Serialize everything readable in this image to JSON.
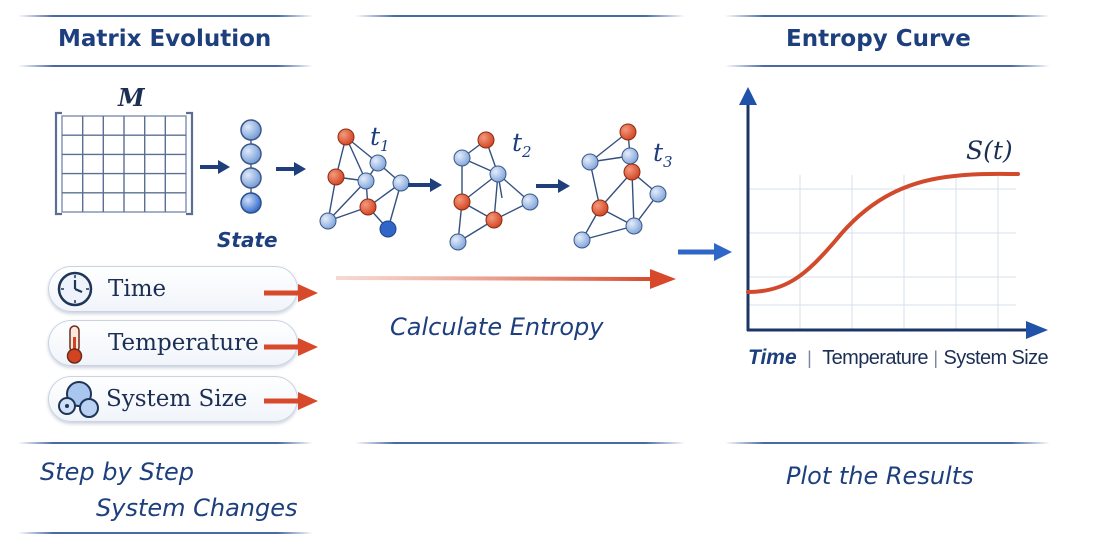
{
  "sections": {
    "left_title": "Matrix Evolution",
    "right_title": "Entropy Curve"
  },
  "matrix": {
    "label": "M"
  },
  "state_label": "State",
  "time_steps": [
    "t",
    "t",
    "t"
  ],
  "time_subscripts": [
    "1",
    "2",
    "3"
  ],
  "parameters": [
    {
      "label": "Time",
      "icon": "clock-icon"
    },
    {
      "label": "Temperature",
      "icon": "thermometer-icon"
    },
    {
      "label": "System Size",
      "icon": "bubbles-icon"
    }
  ],
  "center_caption": "Calculate Entropy",
  "chart": {
    "series_label": "S(t)",
    "x_axis_labels": [
      "Time",
      "Temperature",
      "System Size"
    ],
    "separator": "|"
  },
  "bottom": {
    "left_line1": "Step by Step",
    "left_line2": "System Changes",
    "right": "Plot the Results"
  },
  "colors": {
    "navy": "#1d3f7e",
    "node_blue": "#7fa6dc",
    "node_red": "#d9492a",
    "curve": "#d24a2c",
    "arrow_red": "#d8482a"
  }
}
